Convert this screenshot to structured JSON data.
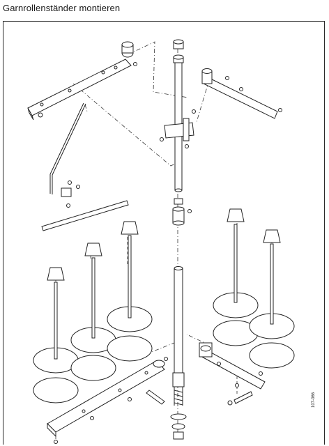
{
  "header": {
    "title": "Garnrollenständer montieren"
  },
  "figure_code": "107-066",
  "icons": {
    "frame": "illustration-frame",
    "pole": "center-pole",
    "arm": "spool-arm",
    "plate": "spool-plate",
    "cone": "thread-cone-holder",
    "screw": "screw"
  }
}
